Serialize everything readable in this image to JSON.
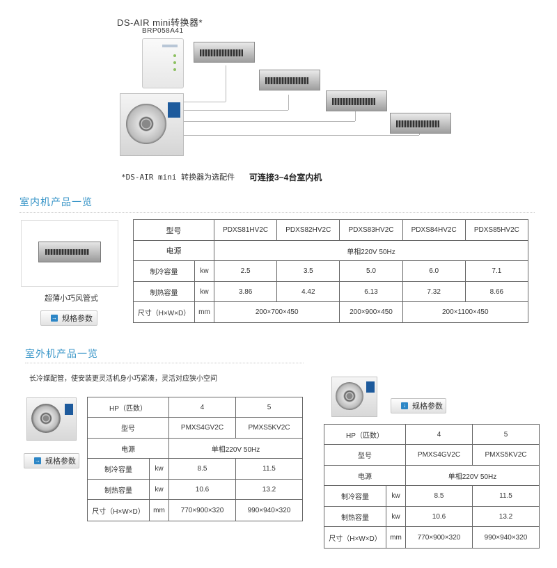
{
  "diagram": {
    "converter_title": "DS-AIR mini转换器*",
    "converter_model": "BRP058A41",
    "note": "*DS-AIR mini 转换器为选配件",
    "caption": "可连接3~4台室内机"
  },
  "indoor": {
    "title": "室内机产品一览",
    "product_caption": "超薄小巧风管式",
    "spec_button": "规格参数",
    "table": {
      "header_label": "型号",
      "models": [
        "PDXS81HV2C",
        "PDXS82HV2C",
        "PDXS83HV2C",
        "PDXS84HV2C",
        "PDXS85HV2C"
      ],
      "power_label": "电源",
      "power_value": "单相220V 50Hz",
      "cooling_label": "制冷容量",
      "cooling_unit": "kw",
      "cooling": [
        "2.5",
        "3.5",
        "5.0",
        "6.0",
        "7.1"
      ],
      "heating_label": "制热容量",
      "heating_unit": "kw",
      "heating": [
        "3.86",
        "4.42",
        "6.13",
        "7.32",
        "8.66"
      ],
      "size_label": "尺寸（H×W×D）",
      "size_unit": "mm",
      "sizes": [
        "200×700×450",
        "200×900×450",
        "200×1100×450"
      ]
    }
  },
  "outdoor": {
    "title": "室外机产品一览",
    "tagline": "长冷媒配管，使安装更灵活机身小巧紧凑，灵活对应狭小空间",
    "spec_button_left": "规格参数",
    "spec_button_right": "规格参数",
    "table": {
      "hp_label": "HP（匹数）",
      "hp": [
        "4",
        "5"
      ],
      "model_label": "型号",
      "models": [
        "PMXS4GV2C",
        "PMXS5KV2C"
      ],
      "power_label": "电源",
      "power_value": "单相220V 50Hz",
      "cooling_label": "制冷容量",
      "cooling_unit": "kw",
      "cooling": [
        "8.5",
        "11.5"
      ],
      "heating_label": "制热容量",
      "heating_unit": "kw",
      "heating": [
        "10.6",
        "13.2"
      ],
      "size_label": "尺寸（H×W×D）",
      "size_unit": "mm",
      "sizes": [
        "770×900×320",
        "990×940×320"
      ]
    }
  },
  "icons": {
    "indoor_button_icon": "arrow-right-icon",
    "outdoor_left_button_icon": "arrow-right-icon",
    "outdoor_right_button_icon": "arrow-down-icon"
  },
  "colors": {
    "section_title": "#3a96c8",
    "button_icon": "#2c86c6"
  }
}
